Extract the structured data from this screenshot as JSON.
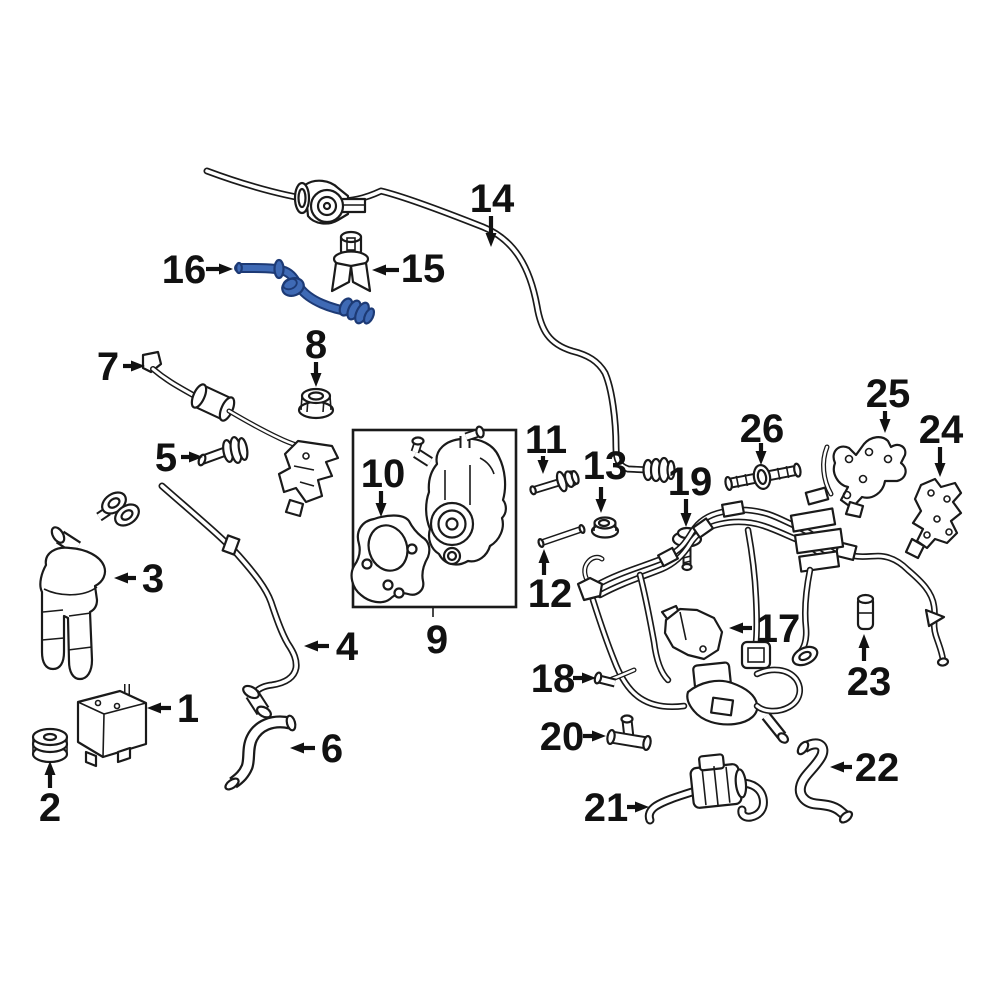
{
  "diagram": {
    "kind": "exploded-parts-diagram",
    "background_color": "#ffffff",
    "line_color": "#1a1a1a",
    "highlight_color": "#3f6ab5",
    "highlight_outline_color": "#1d3a75",
    "highlighted_part_label": "16",
    "part_count": 26
  },
  "callouts": [
    {
      "label": "1"
    },
    {
      "label": "2"
    },
    {
      "label": "3"
    },
    {
      "label": "4"
    },
    {
      "label": "5"
    },
    {
      "label": "6"
    },
    {
      "label": "7"
    },
    {
      "label": "8"
    },
    {
      "label": "9"
    },
    {
      "label": "10"
    },
    {
      "label": "11"
    },
    {
      "label": "12"
    },
    {
      "label": "13"
    },
    {
      "label": "14"
    },
    {
      "label": "15"
    },
    {
      "label": "16"
    },
    {
      "label": "17"
    },
    {
      "label": "18"
    },
    {
      "label": "19"
    },
    {
      "label": "20"
    },
    {
      "label": "21"
    },
    {
      "label": "22"
    },
    {
      "label": "23"
    },
    {
      "label": "24"
    },
    {
      "label": "25"
    },
    {
      "label": "26"
    }
  ]
}
